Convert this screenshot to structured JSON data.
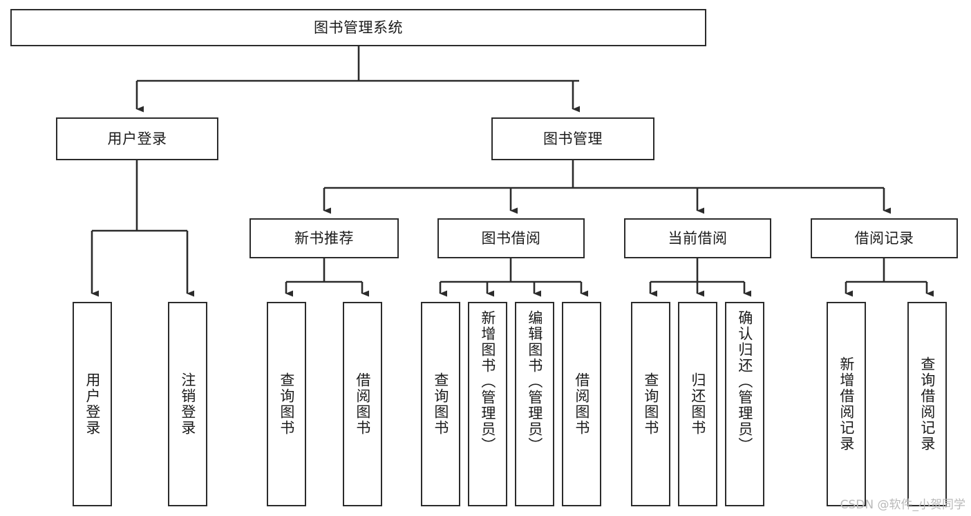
{
  "diagram": {
    "title": "图书管理系统",
    "type": "tree",
    "root": {
      "label": "图书管理系统"
    },
    "level2": [
      {
        "label": "用户登录"
      },
      {
        "label": "图书管理"
      }
    ],
    "level3": [
      {
        "label": "新书推荐"
      },
      {
        "label": "图书借阅"
      },
      {
        "label": "当前借阅"
      },
      {
        "label": "借阅记录"
      }
    ],
    "leaves": {
      "user_login": [
        {
          "label": "用户登录"
        },
        {
          "label": "注销登录"
        }
      ],
      "new_book_recommend": [
        {
          "label": "查询图书"
        },
        {
          "label": "借阅图书"
        }
      ],
      "book_borrow": [
        {
          "label": "查询图书"
        },
        {
          "label": "新增图书（管理员）"
        },
        {
          "label": "编辑图书（管理员）"
        },
        {
          "label": "借阅图书"
        }
      ],
      "current_borrow": [
        {
          "label": "查询图书"
        },
        {
          "label": "归还图书"
        },
        {
          "label": "确认归还（管理员）"
        }
      ],
      "borrow_record": [
        {
          "label": "新增借阅记录"
        },
        {
          "label": "查询借阅记录"
        }
      ]
    }
  },
  "watermark": {
    "text": "CSDN @软件_小贺同学"
  },
  "colors": {
    "stroke": "#2b2b2b",
    "background": "#ffffff",
    "text": "#1b1b1b",
    "watermark": "#b9b9b9"
  }
}
